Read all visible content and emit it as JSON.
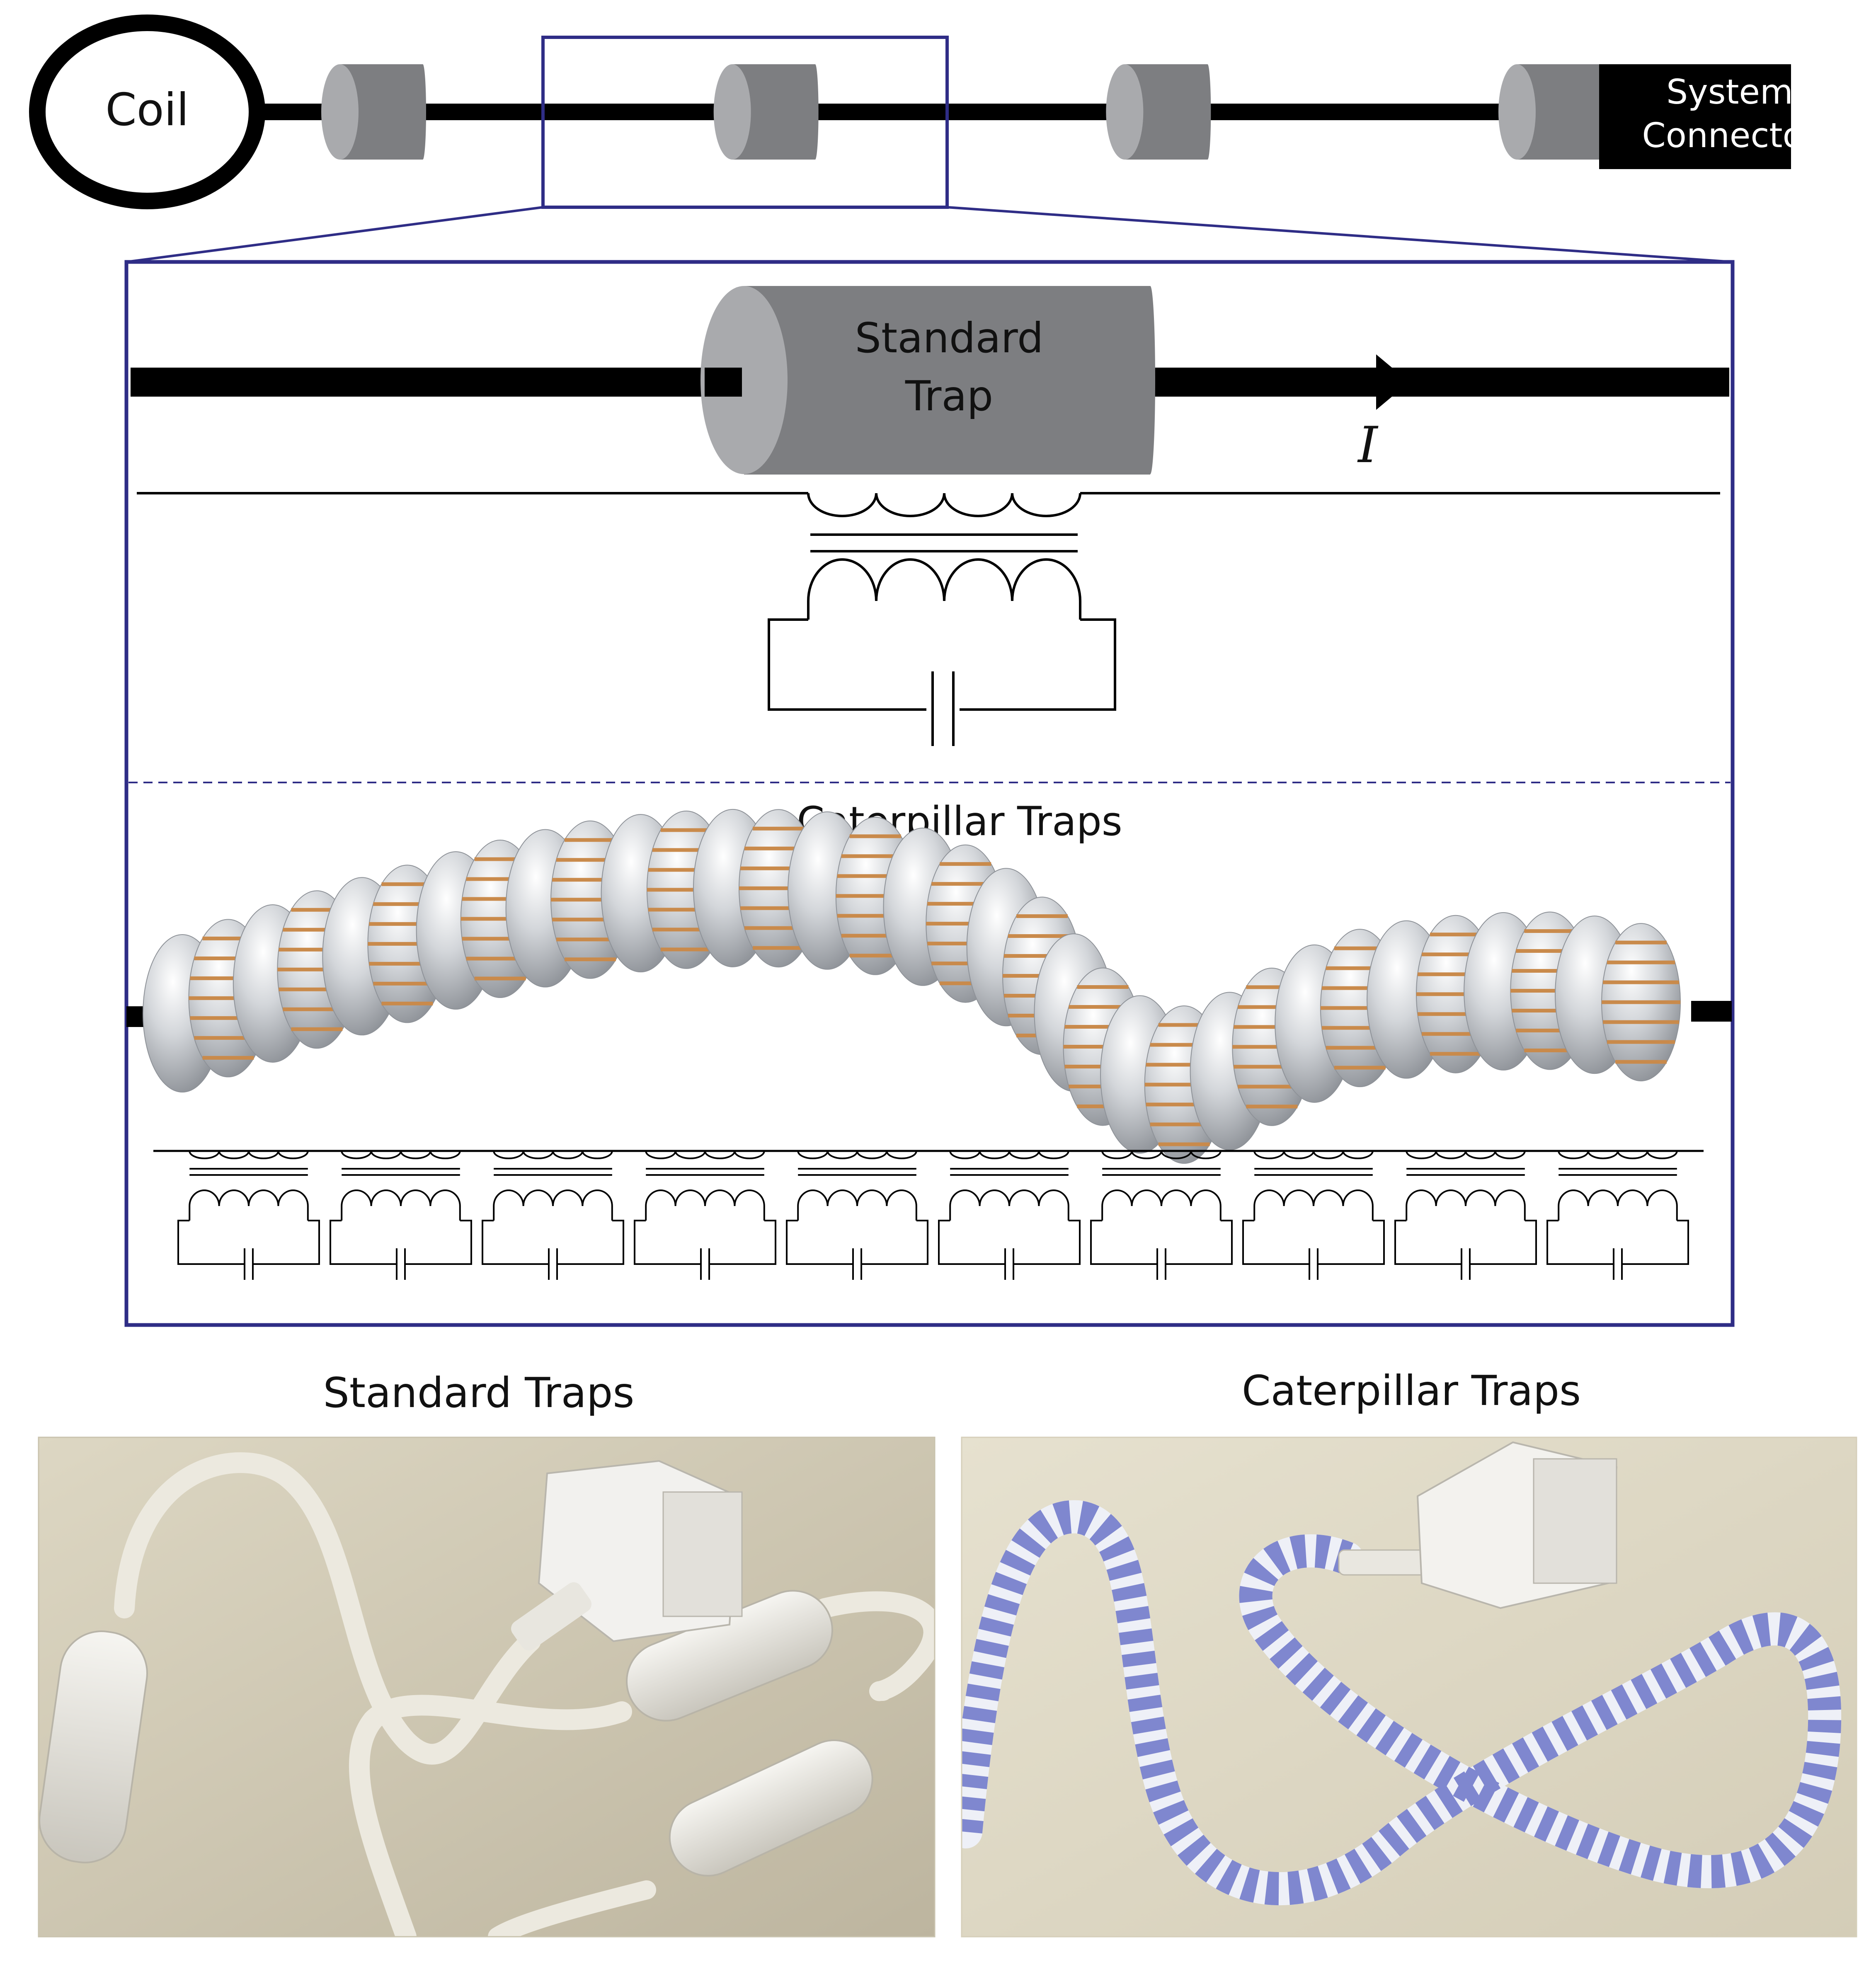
{
  "colors": {
    "frame": "#2f2d86",
    "trap_face": "#7d7e81",
    "trap_cap": "#a9aaad",
    "wire": "#000000",
    "toroid": "#c9cdd2",
    "winding": "#c98a4b",
    "photo_background": "#cfc8b4",
    "photo_cable": "#ece9df",
    "photo_caterpillar_blue": "#7f87cf"
  },
  "top_schematic": {
    "coil_label": "Coil",
    "connector_label_line1": "System",
    "connector_label_line2": "Connector",
    "trap_count": 4
  },
  "zoom_panel": {
    "standard_trap_line1": "Standard",
    "standard_trap_line2": "Trap",
    "current_symbol": "I",
    "caterpillar_title": "Caterpillar Traps",
    "caterpillar_circuit_count": 10
  },
  "photos": {
    "left_title": "Standard Traps",
    "right_title": "Caterpillar Traps"
  }
}
